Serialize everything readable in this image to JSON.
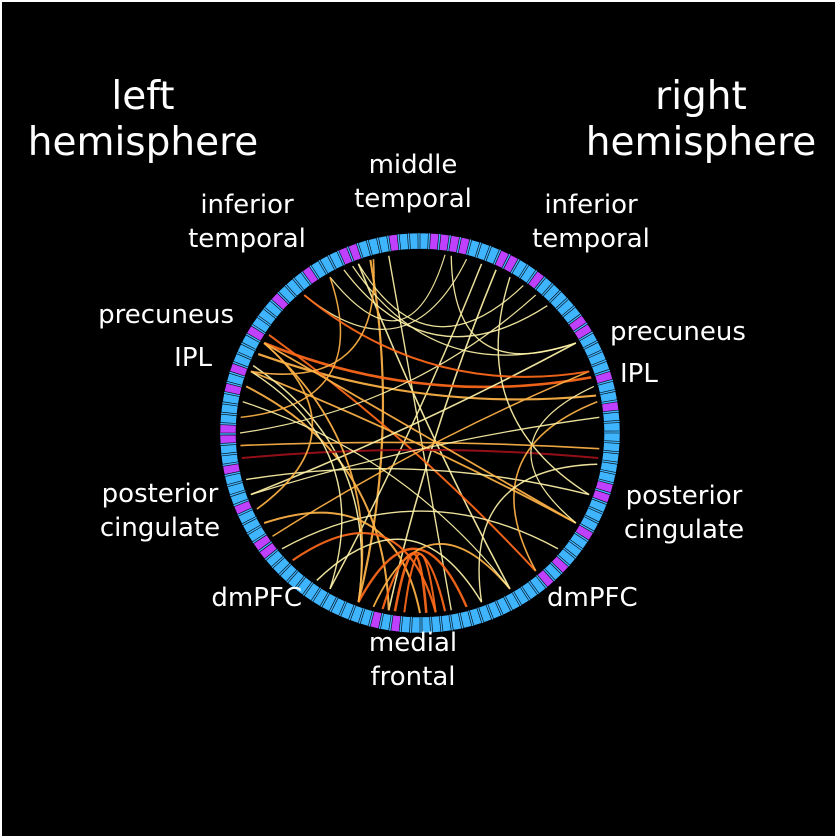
{
  "hemispheres": {
    "left": "left\nhemisphere",
    "right": "right\nhemisphere"
  },
  "regions": {
    "middle_temporal": "middle\ntemporal",
    "inferior_temporal_left": "inferior\ntemporal",
    "inferior_temporal_right": "inferior\ntemporal",
    "precuneus_left": "precuneus",
    "ipl_left": "IPL",
    "precuneus_right": "precuneus",
    "ipl_right": "IPL",
    "posterior_cingulate_left": "posterior\ncingulate",
    "posterior_cingulate_right": "posterior\ncingulate",
    "dmpfc_left": "dmPFC",
    "dmpfc_right": "dmPFC",
    "medial_frontal": "medial\nfrontal"
  },
  "colors": {
    "background": "#000000",
    "ring": "#3fb4ff",
    "ring_highlight": "#c040ff",
    "link_weak": "#fff3a8",
    "link_mid": "#ffb347",
    "link_strong": "#ff6a1a",
    "link_strongest": "#a0101a"
  }
}
